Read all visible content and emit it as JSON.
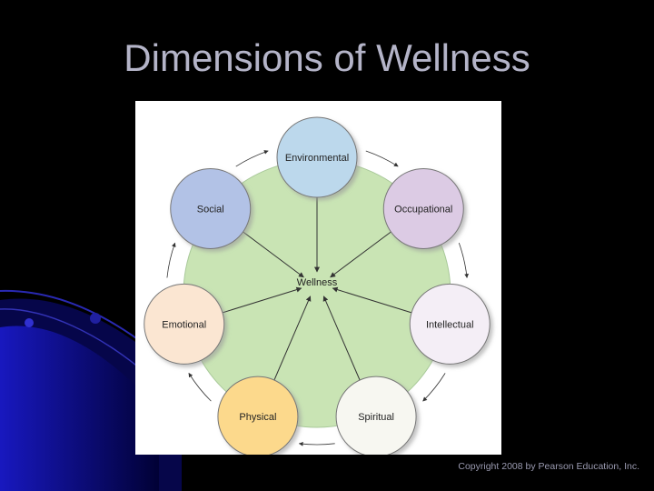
{
  "slide": {
    "title": "Dimensions of Wellness",
    "copyright": "Copyright 2008 by Pearson Education, Inc."
  },
  "diagram": {
    "center_label": "Wellness",
    "nodes": [
      {
        "label": "Environmental",
        "color": "#bcd8ec"
      },
      {
        "label": "Occupational",
        "color": "#dccbe4"
      },
      {
        "label": "Intellectual",
        "color": "#f4eef6"
      },
      {
        "label": "Spiritual",
        "color": "#f7f7f1"
      },
      {
        "label": "Physical",
        "color": "#fcd98c"
      },
      {
        "label": "Emotional",
        "color": "#fbe6d2"
      },
      {
        "label": "Social",
        "color": "#b2c2e6"
      }
    ],
    "outer_circle_color": "#c9e4b4"
  }
}
